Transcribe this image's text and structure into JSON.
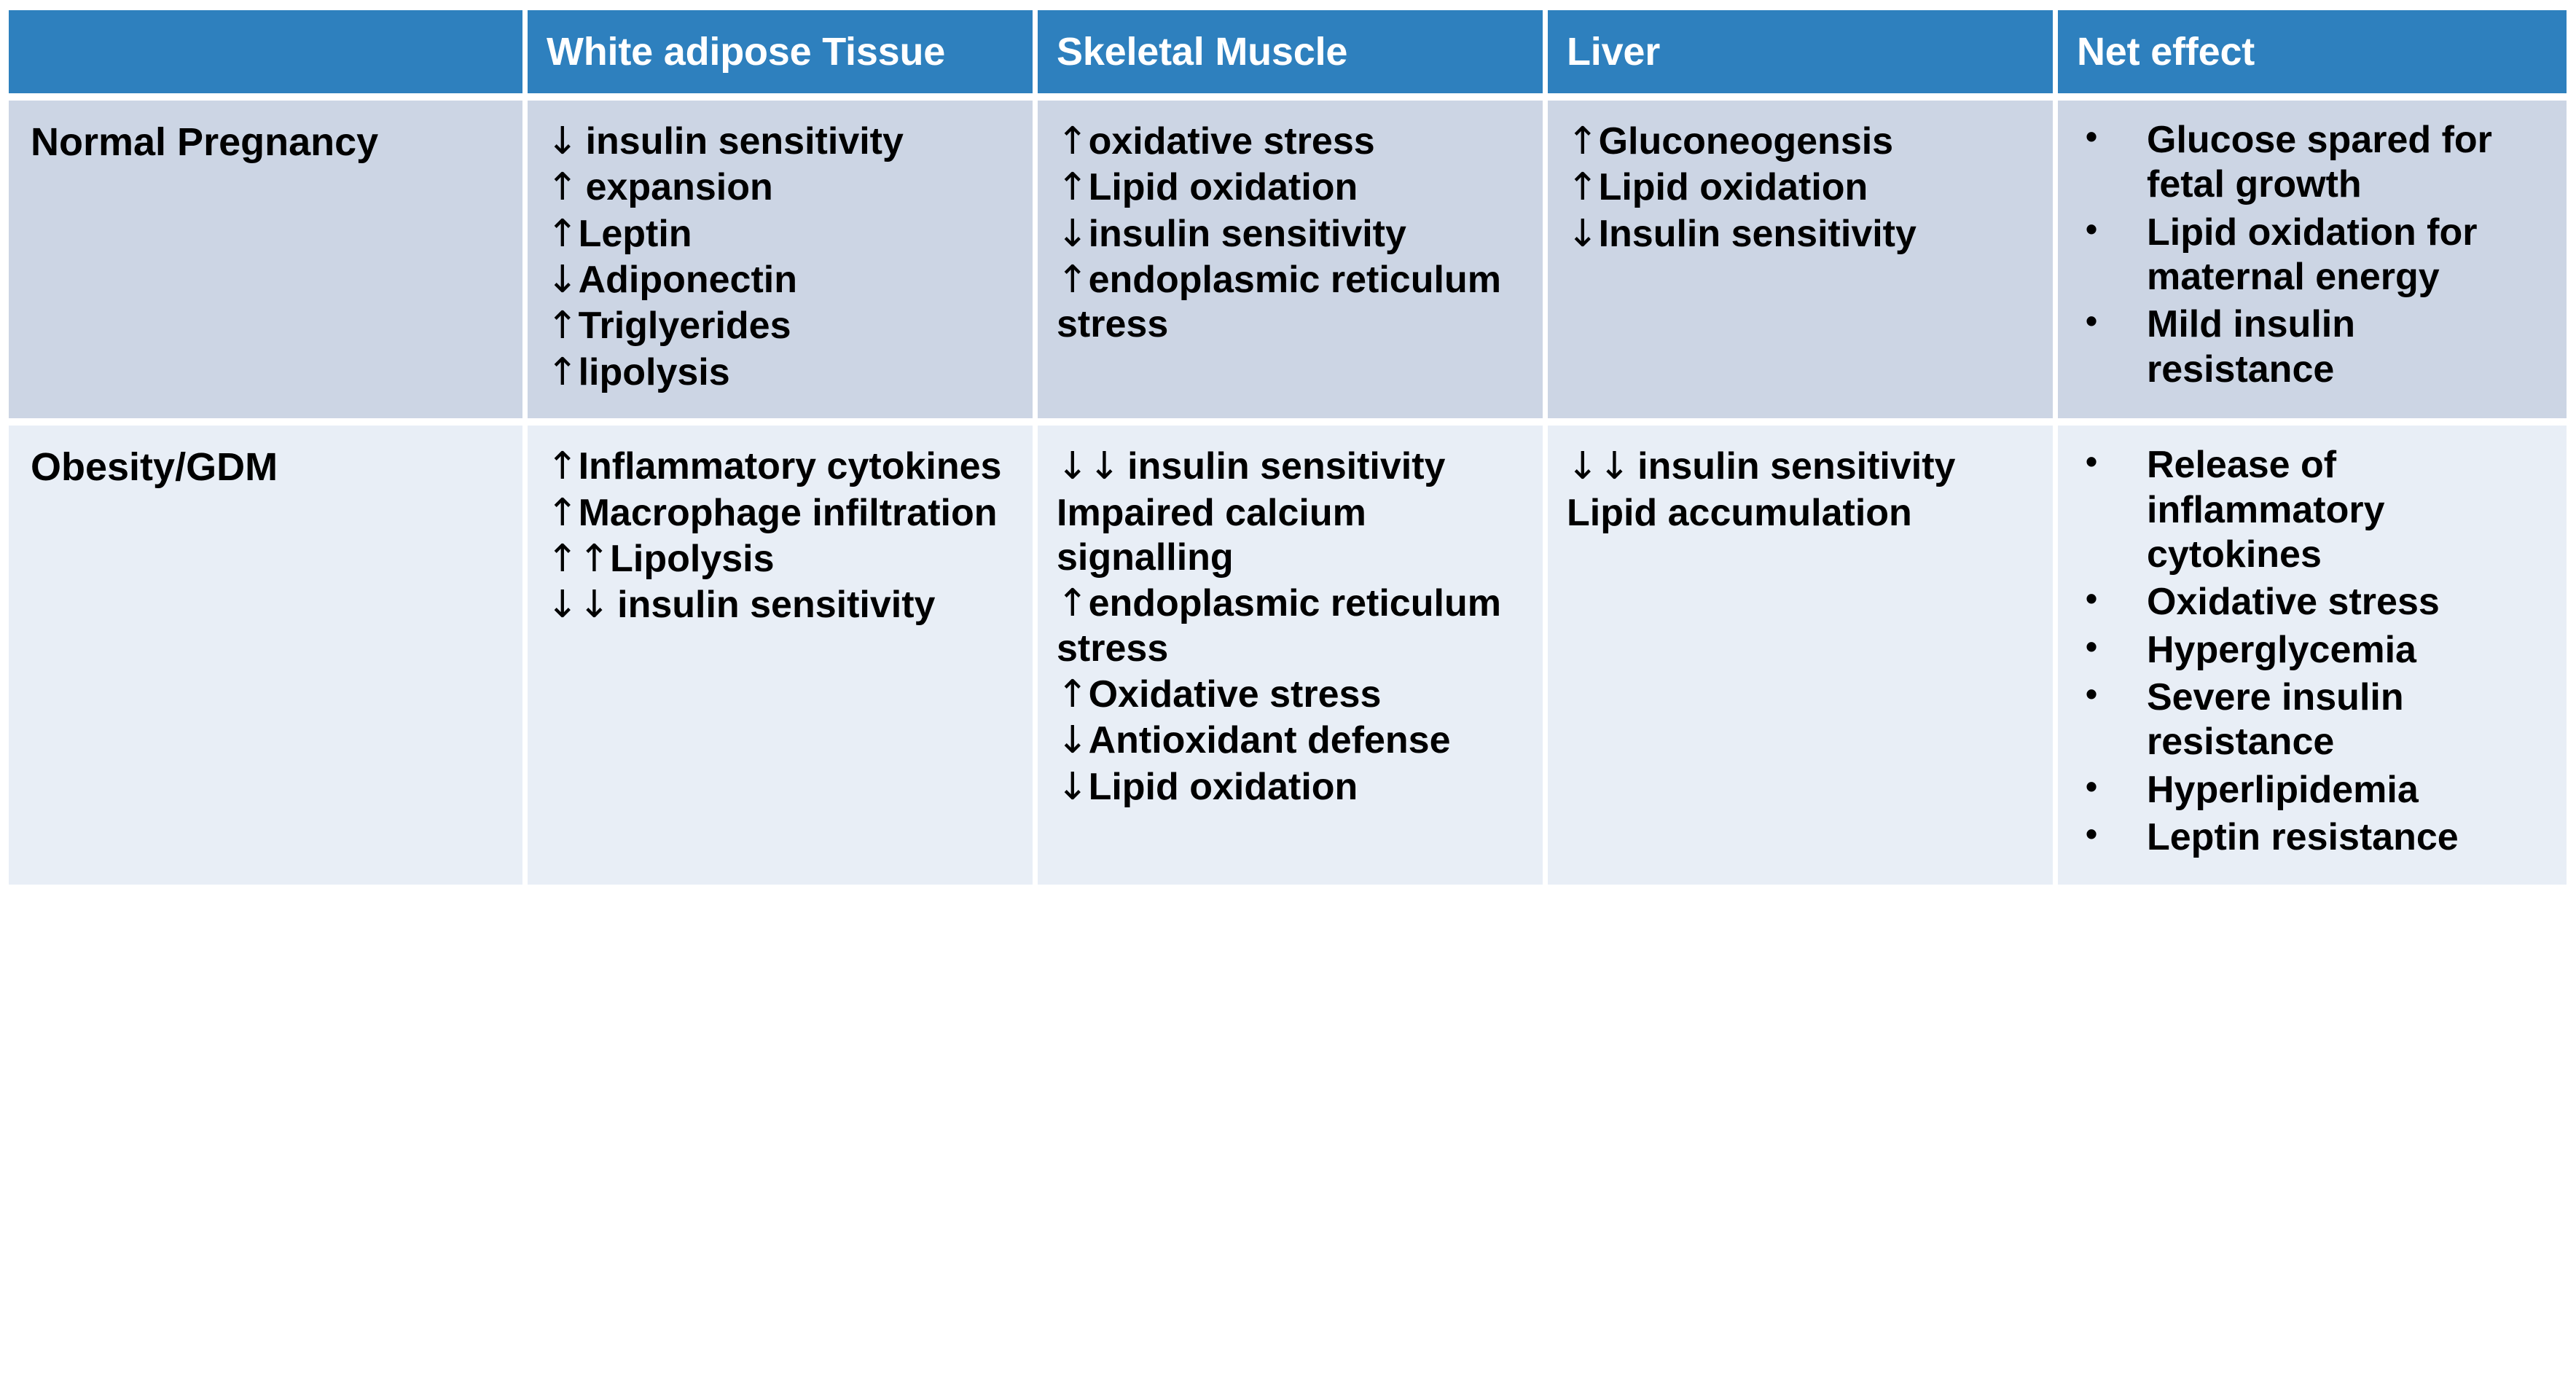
{
  "table": {
    "columns": [
      {
        "key": "label",
        "header": ""
      },
      {
        "key": "wat",
        "header": "White adipose Tissue"
      },
      {
        "key": "muscle",
        "header": "Skeletal Muscle"
      },
      {
        "key": "liver",
        "header": "Liver"
      },
      {
        "key": "net",
        "header": "Net effect"
      }
    ],
    "colors": {
      "header_background": "#2E80BE",
      "header_text": "#FFFFFF",
      "row1_background": "#CCD5E4",
      "row2_background": "#E8EEF6",
      "grid_line": "#FFFFFF",
      "body_text": "#000000"
    },
    "rows": [
      {
        "label": "Normal Pregnancy",
        "wat": [
          {
            "arrow": "↓",
            "gap": true,
            "text": "insulin sensitivity"
          },
          {
            "arrow": "↑",
            "gap": true,
            "text": "expansion"
          },
          {
            "arrow": "↑",
            "gap": false,
            "text": "Leptin"
          },
          {
            "arrow": "↓",
            "gap": false,
            "text": "Adiponectin"
          },
          {
            "arrow": "↑",
            "gap": false,
            "text": "Triglyerides"
          },
          {
            "arrow": "↑",
            "gap": false,
            "text": "lipolysis"
          }
        ],
        "muscle": [
          {
            "arrow": "↑",
            "gap": false,
            "text": "oxidative stress"
          },
          {
            "arrow": "↑",
            "gap": false,
            "text": "Lipid oxidation"
          },
          {
            "arrow": "↓",
            "gap": false,
            "text": "insulin sensitivity"
          },
          {
            "arrow": "↑",
            "gap": false,
            "text": "endoplasmic reticulum stress"
          }
        ],
        "liver": [
          {
            "arrow": "↑",
            "gap": false,
            "text": "Gluconeogensis"
          },
          {
            "arrow": "↑",
            "gap": false,
            "text": "Lipid oxidation"
          },
          {
            "arrow": "↓",
            "gap": false,
            "text": "Insulin sensitivity"
          }
        ],
        "net": [
          "Glucose spared for fetal growth",
          "Lipid oxidation for maternal energy",
          "Mild insulin resistance"
        ]
      },
      {
        "label": "Obesity/GDM",
        "wat": [
          {
            "arrow": "↑",
            "gap": false,
            "text": "Inflammatory cytokines"
          },
          {
            "arrow": "↑",
            "gap": false,
            "text": "Macrophage infiltration"
          },
          {
            "arrow": "↑↑",
            "gap": false,
            "text": "Lipolysis"
          },
          {
            "arrow": "↓↓",
            "gap": true,
            "text": "insulin sensitivity"
          }
        ],
        "muscle": [
          {
            "arrow": "↓↓",
            "gap": true,
            "text": "insulin sensitivity"
          },
          {
            "arrow": "",
            "gap": false,
            "text": "Impaired calcium signalling"
          },
          {
            "arrow": "↑",
            "gap": false,
            "text": "endoplasmic reticulum stress"
          },
          {
            "arrow": "↑",
            "gap": false,
            "text": "Oxidative stress"
          },
          {
            "arrow": "↓",
            "gap": false,
            "text": "Antioxidant defense"
          },
          {
            "arrow": "↓",
            "gap": false,
            "text": "Lipid oxidation"
          }
        ],
        "liver": [
          {
            "arrow": "↓↓",
            "gap": true,
            "text": "insulin sensitivity"
          },
          {
            "arrow": "",
            "gap": false,
            "text": "Lipid accumulation"
          }
        ],
        "net": [
          "Release of inflammatory cytokines",
          "Oxidative stress",
          "Hyperglycemia",
          "Severe insulin resistance",
          "Hyperlipidemia",
          "Leptin resistance"
        ]
      }
    ]
  }
}
